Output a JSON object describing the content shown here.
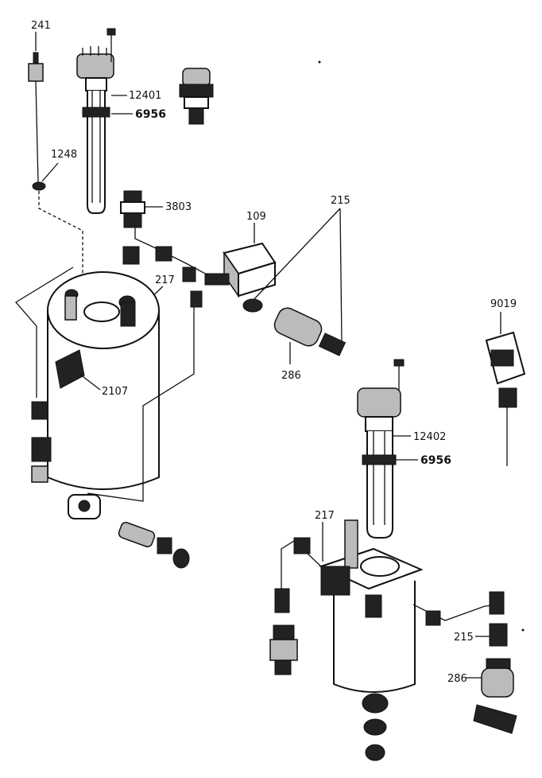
{
  "labels": {
    "l241": "241",
    "l12401": "12401",
    "l6956a": "6956",
    "l1248": "1248",
    "l3803": "3803",
    "l109": "109",
    "l215a": "215",
    "l217a": "217",
    "l9019": "9019",
    "l2107": "2107",
    "l286a": "286",
    "l12402": "12402",
    "l6956b": "6956",
    "l217b": "217",
    "l215b": "215",
    "l286b": "286"
  }
}
